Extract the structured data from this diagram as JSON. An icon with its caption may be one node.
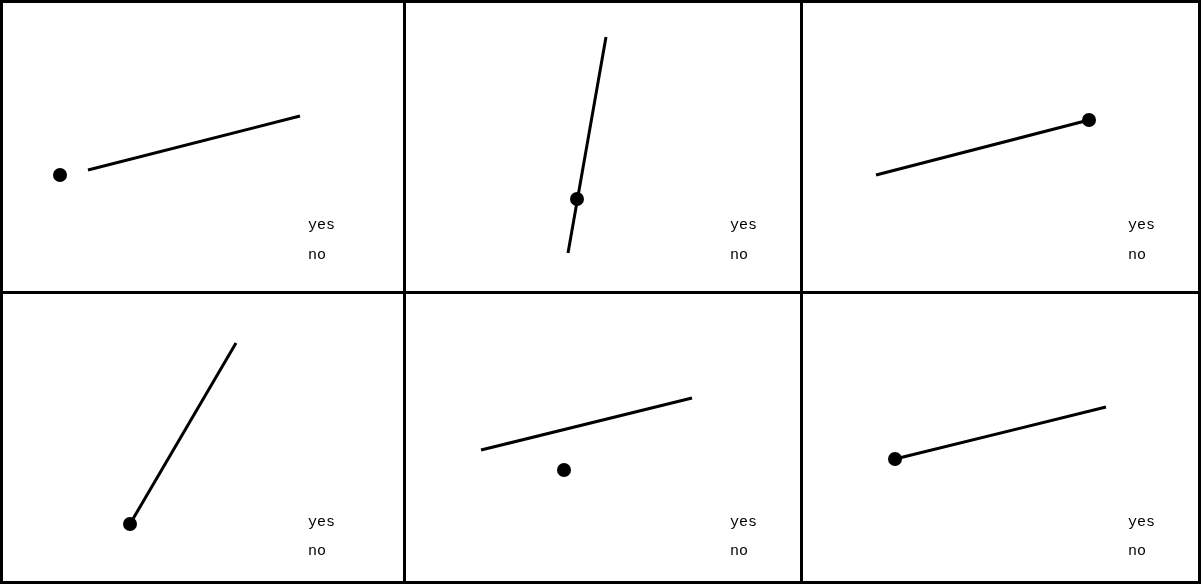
{
  "diagram": {
    "nodes": [
      {
        "text": [
          "yes",
          "no"
        ]
      },
      {
        "text": [
          "yes",
          "no"
        ]
      },
      {
        "text": [
          "yes",
          "no"
        ]
      },
      {
        "text": [
          "yes",
          "no"
        ]
      },
      {
        "text": [
          "yes",
          "no"
        ]
      },
      {
        "text": [
          "yes",
          "no"
        ]
      }
    ]
  }
}
